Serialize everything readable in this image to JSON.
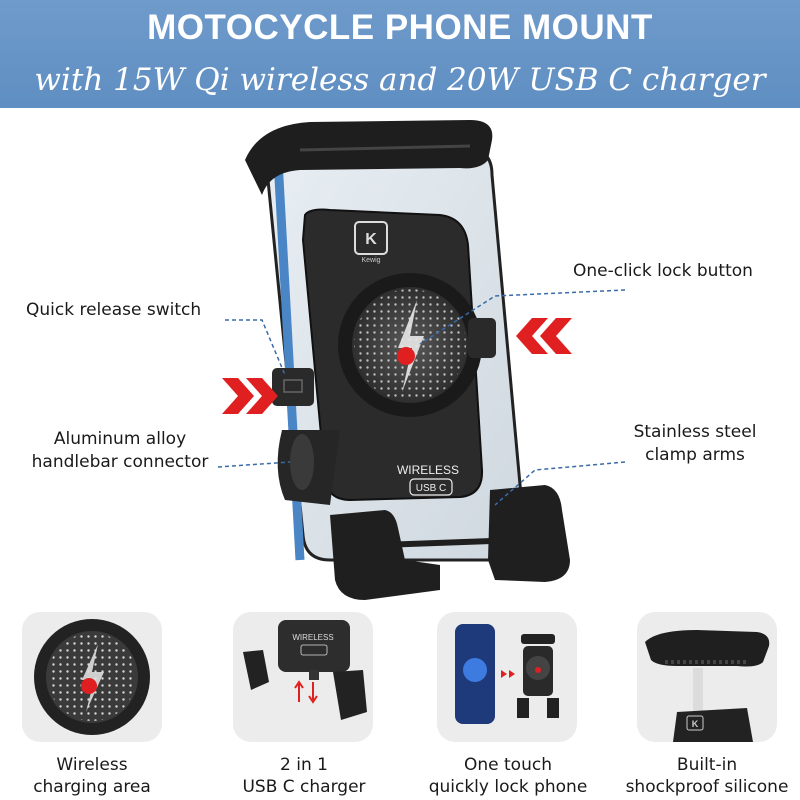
{
  "banner": {
    "title": "MOTOCYCLE PHONE MOUNT",
    "subtitle": "with 15W Qi wireless and 20W USB C charger"
  },
  "callouts": {
    "quick_release": "Quick release switch",
    "lock_button": "One-click lock button",
    "aluminum_line1": "Aluminum alloy",
    "aluminum_line2": "handlebar connector",
    "stainless_line1": "Stainless steel",
    "stainless_line2": "clamp arms"
  },
  "device": {
    "brand": "Kewig",
    "wireless_label": "WIRELESS",
    "usb_label": "USB C"
  },
  "features": [
    {
      "line1": "Wireless",
      "line2": "charging area"
    },
    {
      "line1": "2 in 1",
      "line2": "USB C charger"
    },
    {
      "line1": "One touch",
      "line2": "quickly lock phone"
    },
    {
      "line1": "Built-in",
      "line2": "shockproof silicone"
    }
  ],
  "colors": {
    "banner": "#6f9bcb",
    "accent_red": "#e02020",
    "dashed_line": "#3a6aa8"
  }
}
